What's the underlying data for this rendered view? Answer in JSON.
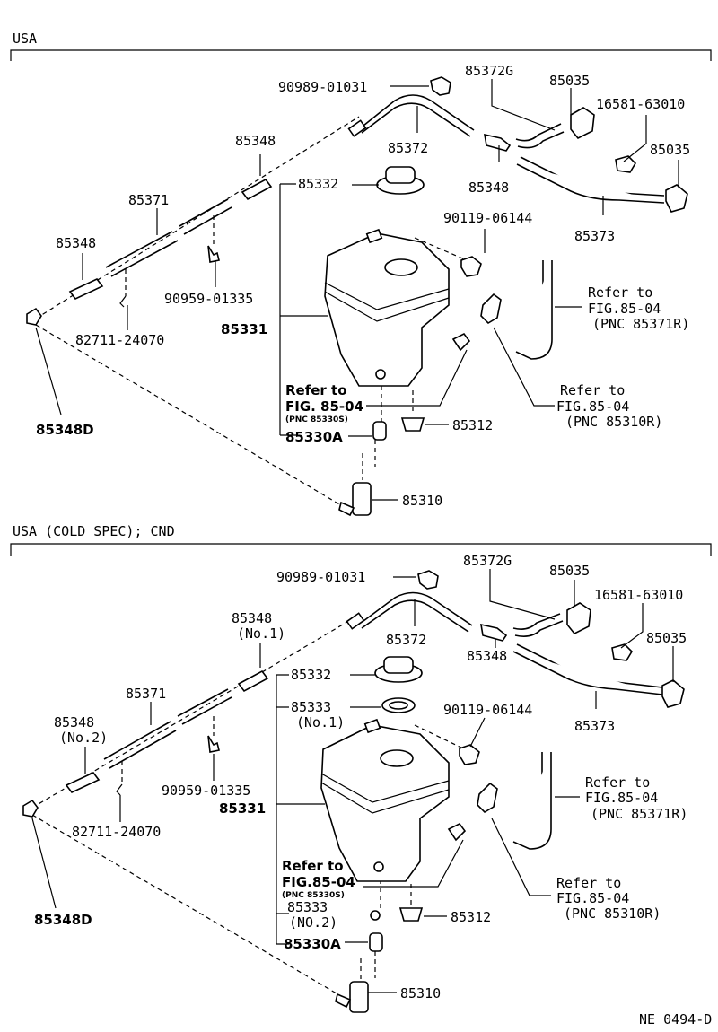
{
  "sections": [
    {
      "heading": "USA",
      "labels": {
        "p1": "90989-01031",
        "p2": "85372G",
        "p3": "85035",
        "p4": "16581-63010",
        "p5": "85035",
        "p6": "85348",
        "p7": "85372",
        "p8": "85348",
        "p9": "85332",
        "p10": "85371",
        "p11": "90119-06144",
        "p12": "85373",
        "p13": "85348",
        "p14": "90959-01335",
        "p15": "Refer to",
        "p16": "FIG.85-04",
        "p17": "(PNC 85371R)",
        "p18": "82711-24070",
        "p19": "85331",
        "p20": "Refer to",
        "p21": "Refer to",
        "p22": "FIG. 85-04",
        "p23": "FIG.85-04",
        "p24": "(PNC 85330S)",
        "p25": "(PNC 85310R)",
        "p26": "85312",
        "p27": "85348D",
        "p28": "85330A",
        "p29": "85310"
      }
    },
    {
      "heading": "USA  (COLD SPEC); CND",
      "labels": {
        "p1": "90989-01031",
        "p2": "85372G",
        "p3": "85035",
        "p4": "16581-63010",
        "p5": "85348",
        "p6": "(No.1)",
        "p7": "85372",
        "p8": "85035",
        "p9": "85348",
        "p10": "85332",
        "p11": "85371",
        "p12": "85373",
        "p13": "85333",
        "p14": "(No.1)",
        "p15": "85348",
        "p16": "(No.2)",
        "p17": "90119-06144",
        "p18": "Refer to",
        "p19": "90959-01335",
        "p20": "FIG.85-04",
        "p21": "85331",
        "p22": "(PNC 85371R)",
        "p23": "82711-24070",
        "p24": "Refer to",
        "p25": "FIG.85-04",
        "p26": "(PNC 85330S)",
        "p27": "Refer to",
        "p28": "85348D",
        "p29": "85333",
        "p30": "FIG.85-04",
        "p31": "(NO.2)",
        "p32": "(PNC 85310R)",
        "p33": "85312",
        "p34": "85330A",
        "p35": "85310"
      }
    }
  ],
  "footer_code": "NE 0494-D"
}
